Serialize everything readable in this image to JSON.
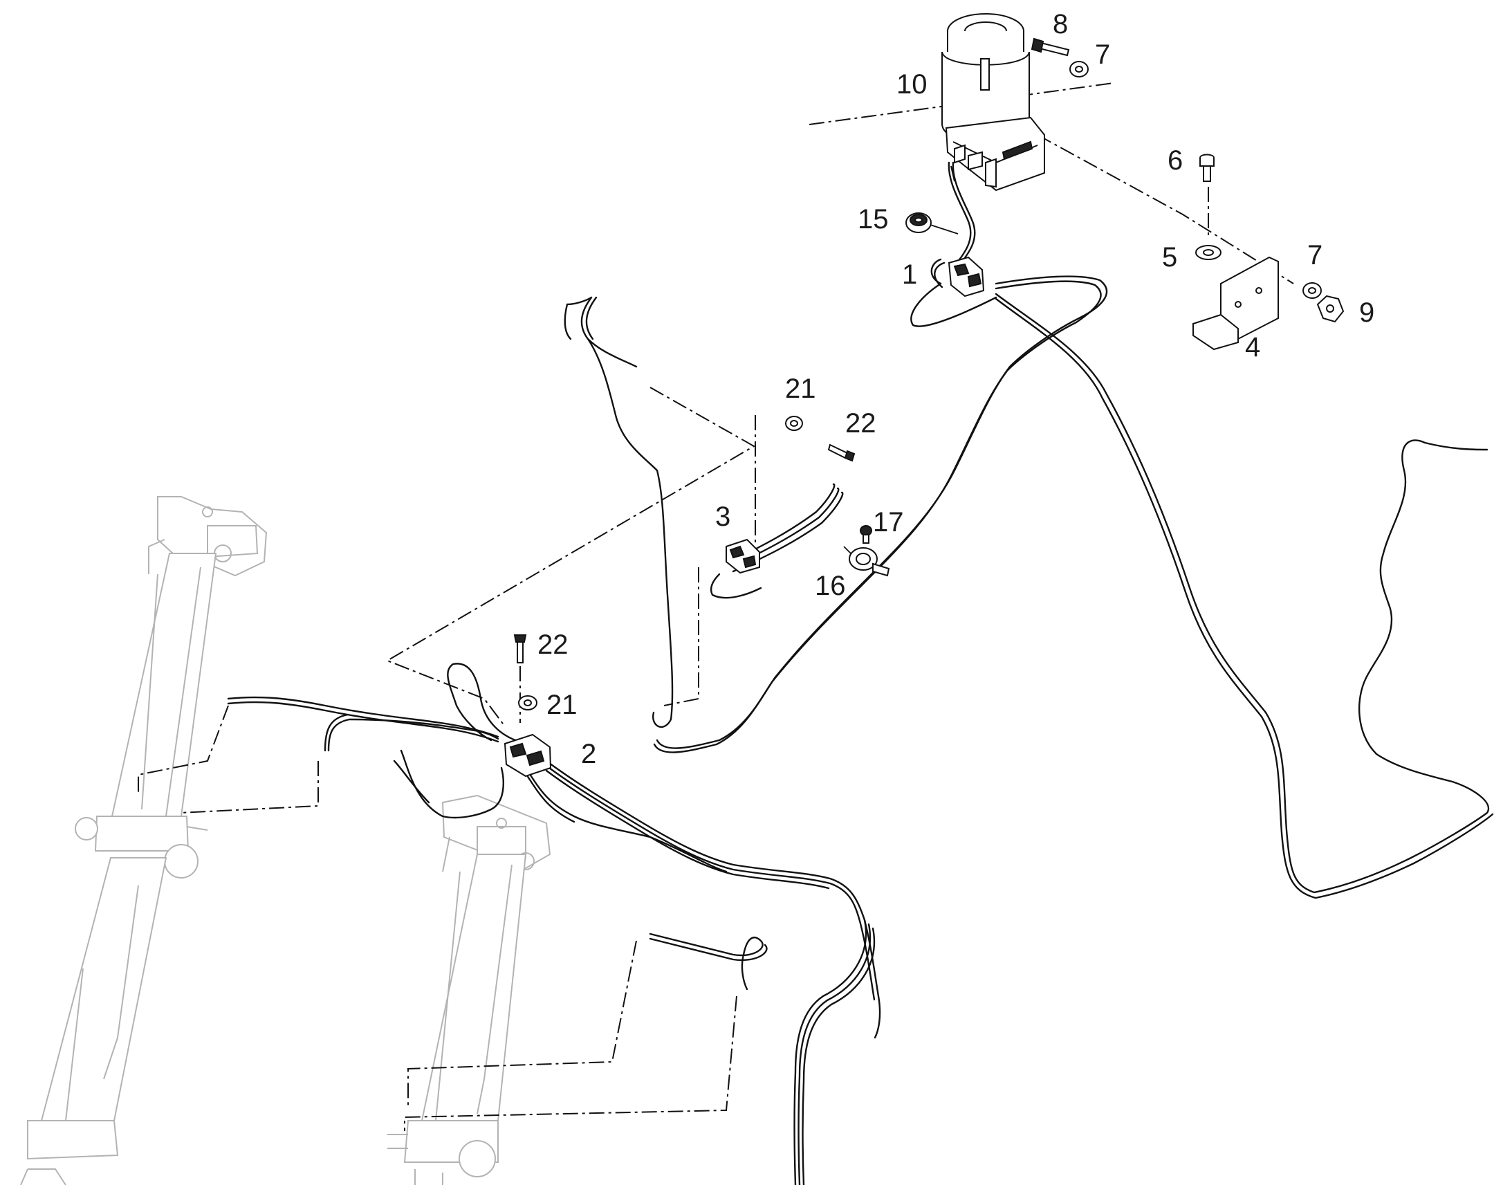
{
  "callouts": {
    "c1": "1",
    "c2": "2",
    "c3": "3",
    "c4": "4",
    "c5": "5",
    "c6": "6",
    "c7a": "7",
    "c7b": "7",
    "c8": "8",
    "c9": "9",
    "c10": "10",
    "c15": "15",
    "c16": "16",
    "c17": "17",
    "c21a": "21",
    "c21b": "21",
    "c22a": "22",
    "c22b": "22"
  }
}
